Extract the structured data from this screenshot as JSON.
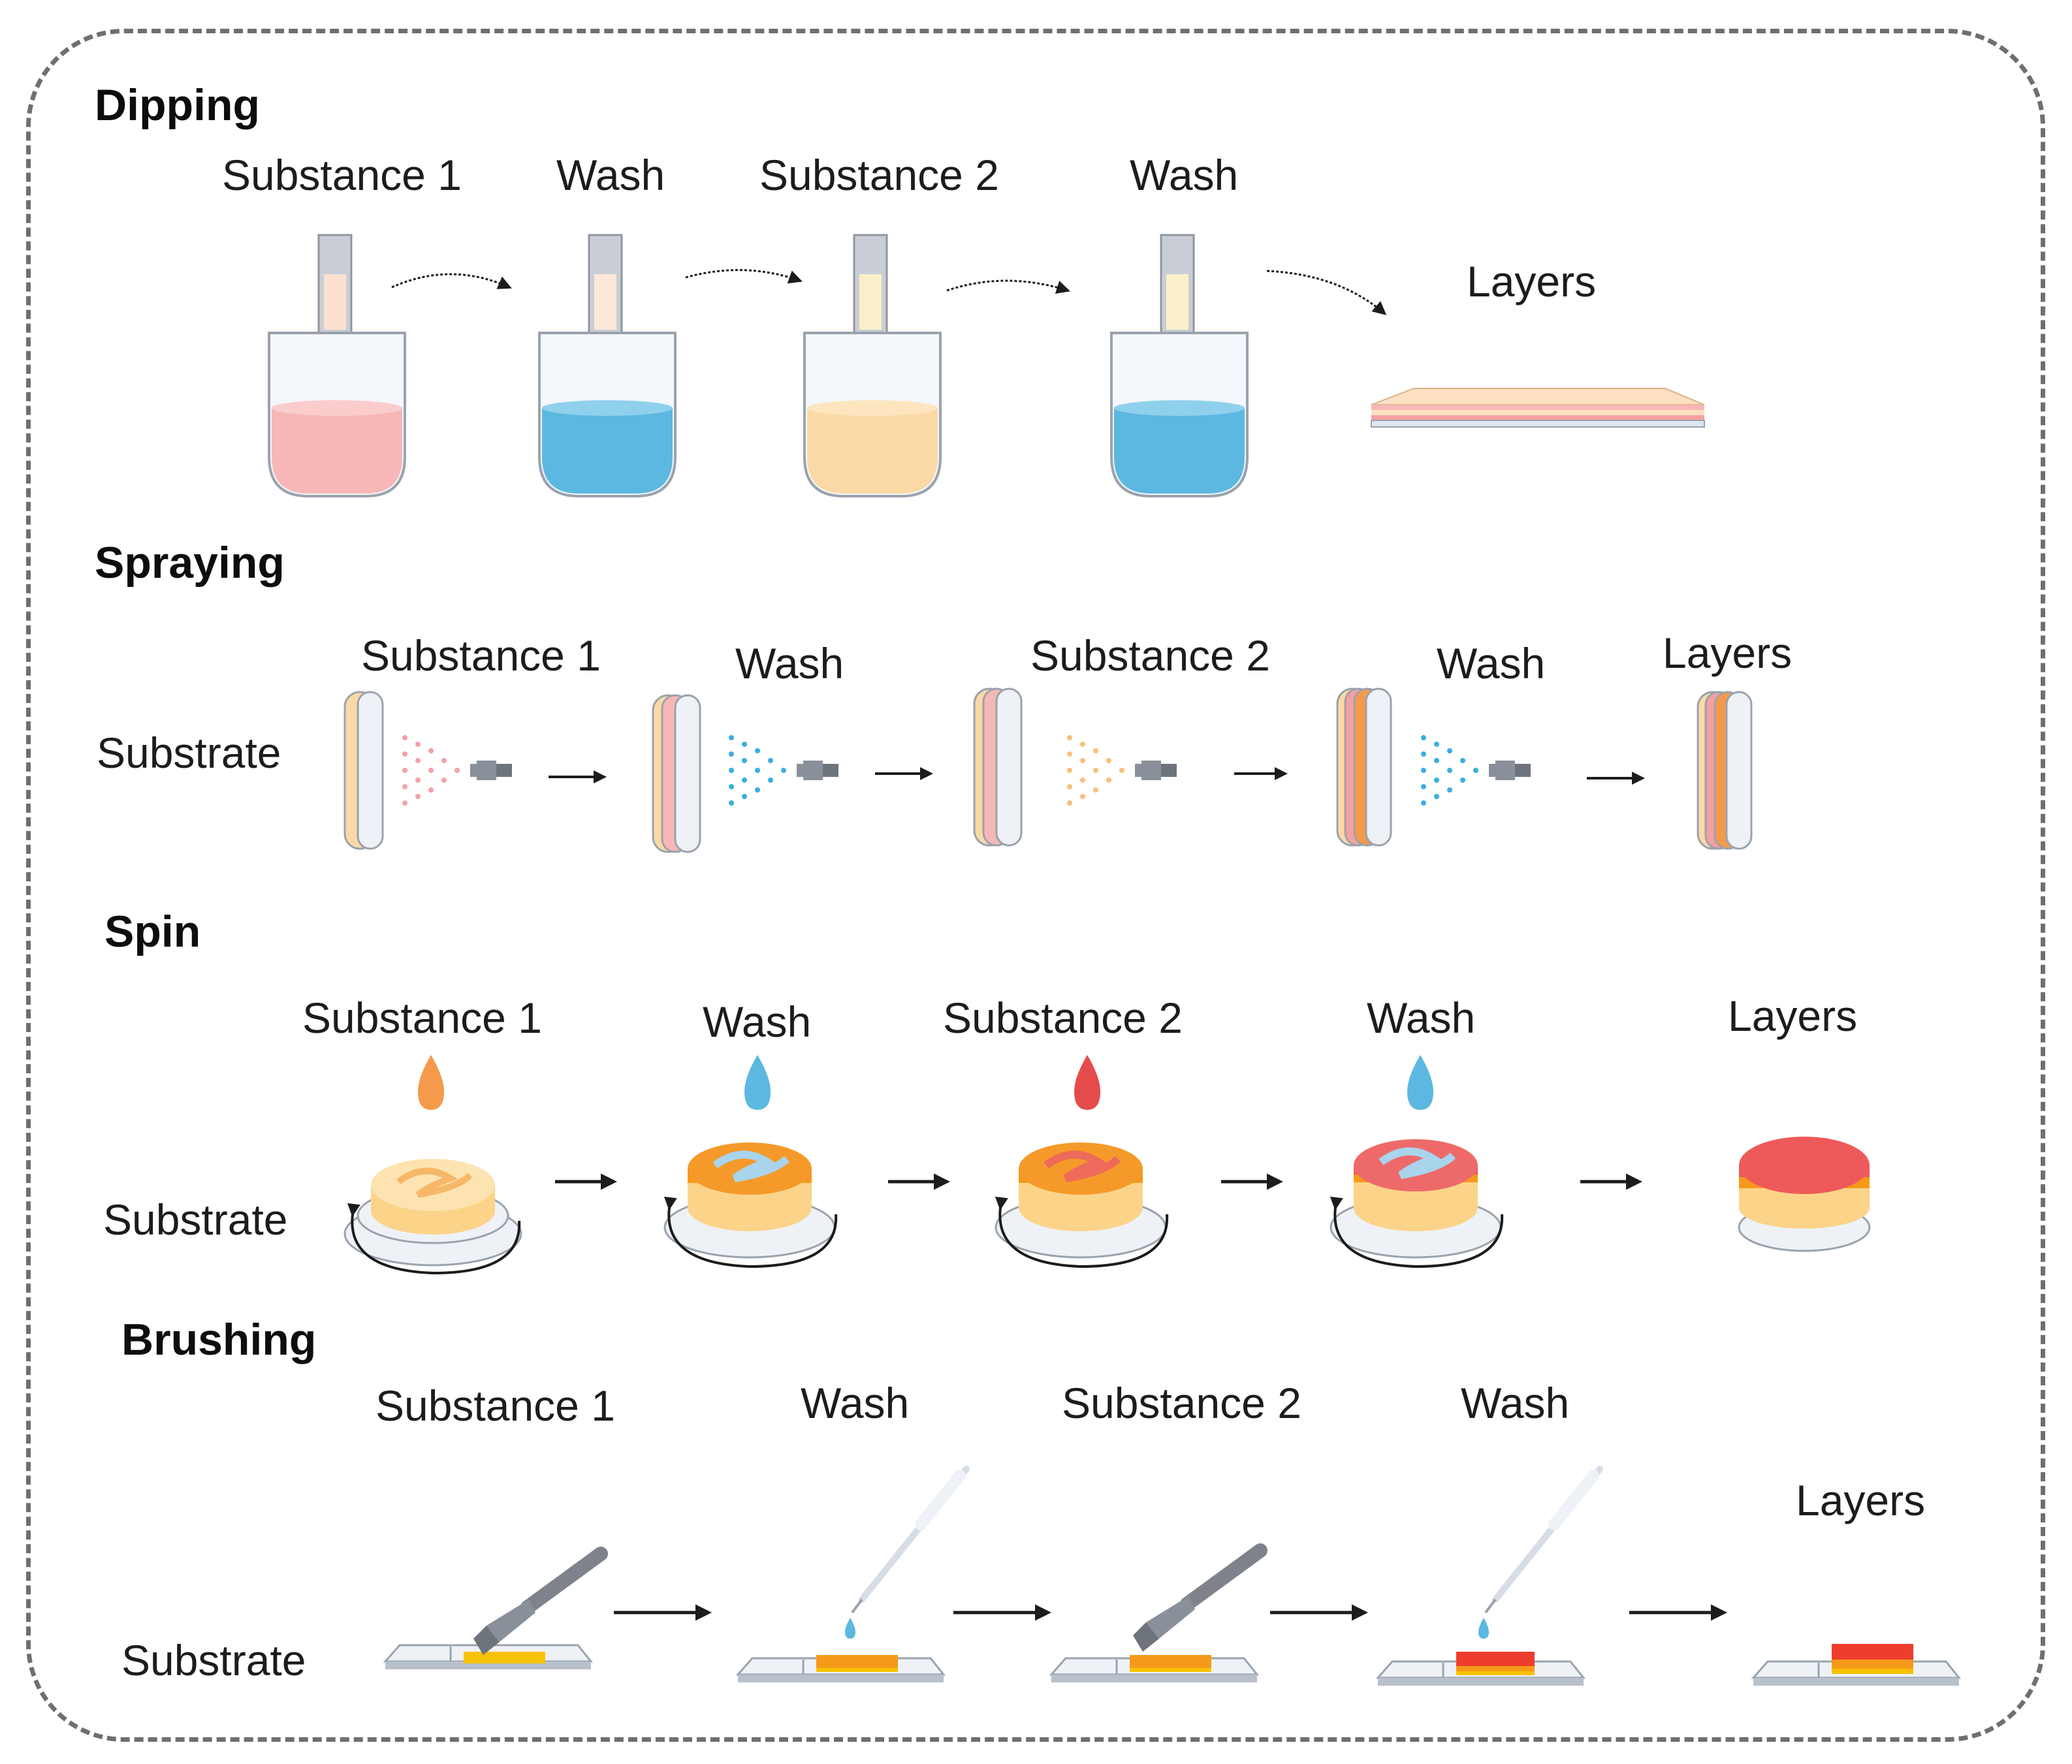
{
  "sections": {
    "dipping": {
      "title": "Dipping",
      "steps": [
        "Substance 1",
        "Wash",
        "Substance 2",
        "Wash"
      ],
      "result": "Layers"
    },
    "spraying": {
      "title": "Spraying",
      "substrate": "Substrate",
      "steps": [
        "Substance 1",
        "Wash",
        "Substance 2",
        "Wash"
      ],
      "result": "Layers"
    },
    "spin": {
      "title": "Spin",
      "substrate": "Substrate",
      "steps": [
        "Substance 1",
        "Wash",
        "Substance 2",
        "Wash"
      ],
      "result": "Layers"
    },
    "brushing": {
      "title": "Brushing",
      "substrate": "Substrate",
      "steps": [
        "Substance 1",
        "Wash",
        "Substance 2",
        "Wash"
      ],
      "result": "Layers"
    }
  },
  "colors": {
    "substance1_dip": "#f7b7b7",
    "wash": "#5cb8e0",
    "substance2_dip": "#fbd9a6",
    "spin_orange": "#f59a2a",
    "spin_red": "#ee5a5a",
    "brush_yellow": "#f7c200",
    "brush_orange": "#f59a1a",
    "brush_red": "#ee3d2d",
    "arrow": "#1c1c1c",
    "frame_border": "#6f6f6f"
  },
  "icons": [
    "beaker-icon",
    "test-strip-icon",
    "spray-nozzle-icon",
    "droplet-icon",
    "rotation-arrow-icon",
    "brush-icon",
    "pipette-icon",
    "glass-slide-icon"
  ]
}
